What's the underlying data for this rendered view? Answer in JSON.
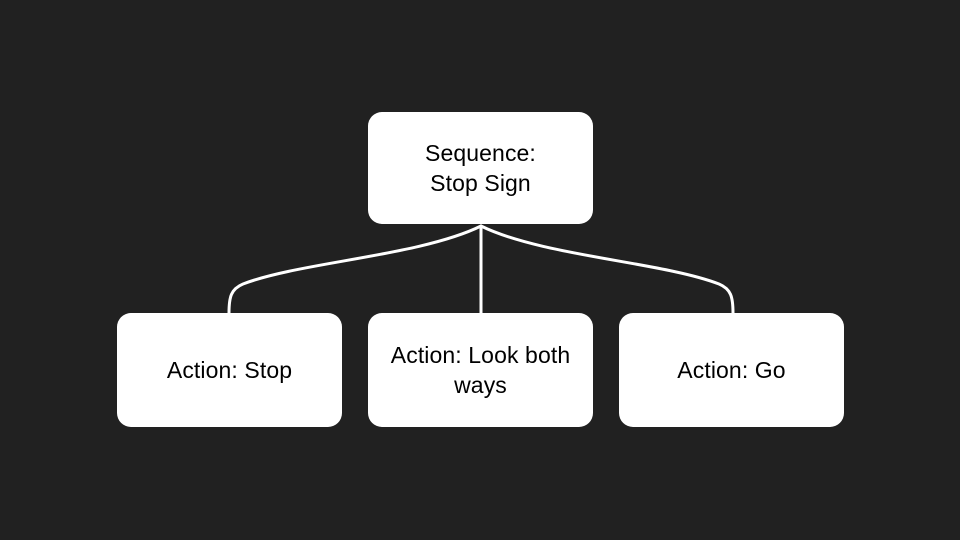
{
  "diagram": {
    "type": "behavior-tree",
    "background_color": "#212121",
    "node_fill_color": "#ffffff",
    "node_text_color": "#000000",
    "edge_color": "#ffffff",
    "root": {
      "id": "root",
      "label": "Sequence:\nStop Sign",
      "kind": "Sequence",
      "name": "Stop Sign"
    },
    "children": [
      {
        "id": "child-0",
        "label": "Action: Stop",
        "kind": "Action",
        "name": "Stop"
      },
      {
        "id": "child-1",
        "label": "Action: Look both ways",
        "kind": "Action",
        "name": "Look both ways"
      },
      {
        "id": "child-2",
        "label": "Action: Go",
        "kind": "Action",
        "name": "Go"
      }
    ],
    "edges": [
      {
        "from": "root",
        "to": "child-0"
      },
      {
        "from": "root",
        "to": "child-1"
      },
      {
        "from": "root",
        "to": "child-2"
      }
    ]
  }
}
